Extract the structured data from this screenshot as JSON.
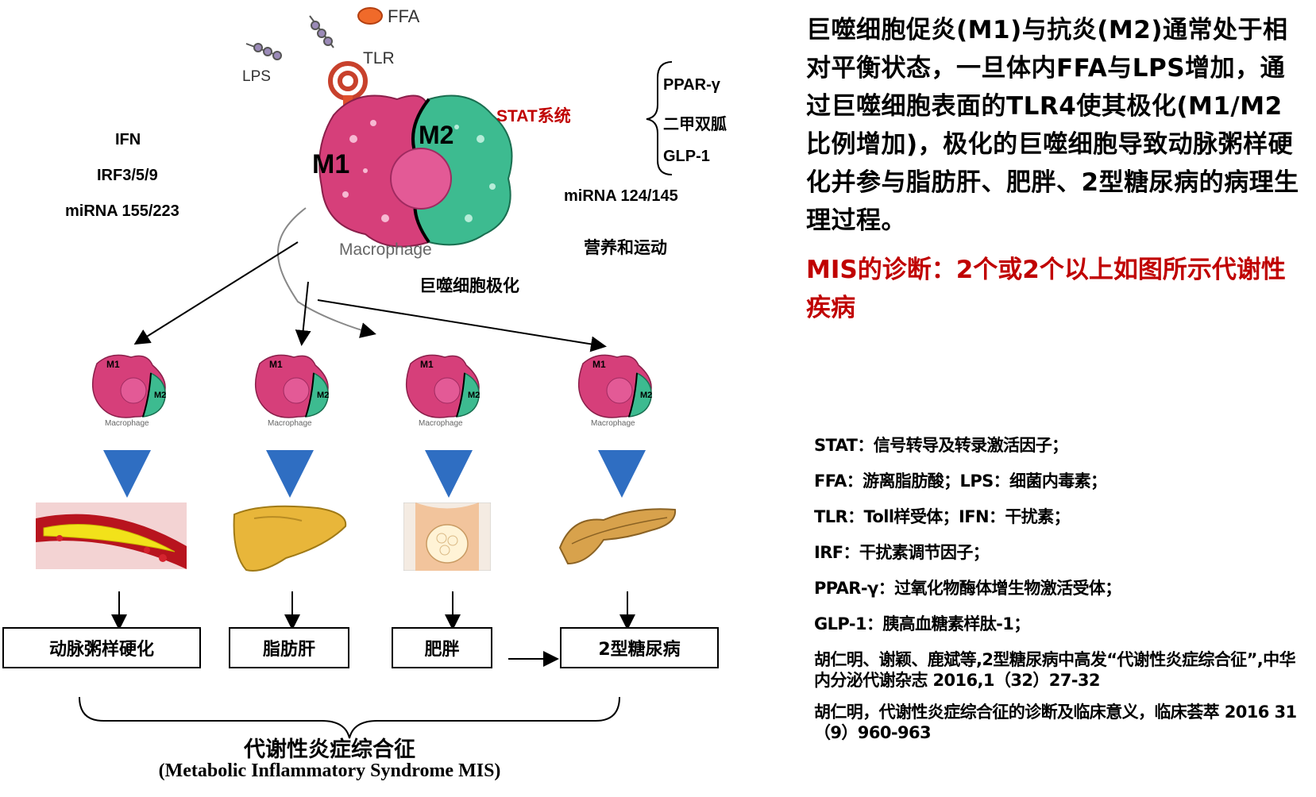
{
  "diagram": {
    "inputs": {
      "ffa": "FFA",
      "lps": "LPS",
      "tlr": "TLR"
    },
    "left_factors": [
      "IFN",
      "IRF3/5/9",
      "miRNA 155/223"
    ],
    "main_cell": {
      "m1": "M1",
      "m2": "M2",
      "name": "Macrophage",
      "caption": "巨噬细胞极化"
    },
    "stat_label": "STAT系统",
    "right_factors": [
      "PPAR-γ",
      "二甲双胍",
      "GLP-1"
    ],
    "mirna_right": "miRNA 124/145",
    "nutrition": "营养和运动",
    "small_cell": {
      "m1": "M1",
      "m2": "M2",
      "name": "Macrophage"
    },
    "diseases": [
      "动脉粥样硬化",
      "脂肪肝",
      "肥胖",
      "2型糖尿病"
    ],
    "syndrome_cn": "代谢性炎症综合征",
    "syndrome_en": "(Metabolic Inflammatory Syndrome MIS)"
  },
  "explanation": {
    "main": "巨噬细胞促炎(M1)与抗炎(M2)通常处于相对平衡状态，一旦体内FFA与LPS增加，通过巨噬细胞表面的TLR4使其极化(M1/M2 比例增加)，极化的巨噬细胞导致动脉粥样硬化并参与脂肪肝、肥胖、2型糖尿病的病理生理过程。",
    "diagnosis": "MIS的诊断：2个或2个以上如图所示代谢性疾病"
  },
  "glossary": [
    "STAT：信号转导及转录激活因子；",
    "FFA：游离脂肪酸；LPS：细菌内毒素；",
    "TLR：Toll样受体；IFN：干扰素；",
    "IRF：干扰素调节因子；",
    "PPAR-γ：过氧化物酶体增生物激活受体；",
    "GLP-1：胰高血糖素样肽-1；"
  ],
  "references": [
    "胡仁明、谢颖、鹿斌等,2型糖尿病中高发“代谢性炎症综合征”,中华内分泌代谢杂志 2016,1（32）27-32",
    "胡仁明，代谢性炎症综合征的诊断及临床意义，临床荟萃 2016 31（9）960-963"
  ],
  "colors": {
    "m1": "#d63f7a",
    "m2": "#3dbb90",
    "stat": "#c00000",
    "arrow_blue": "#2f6ec2"
  }
}
